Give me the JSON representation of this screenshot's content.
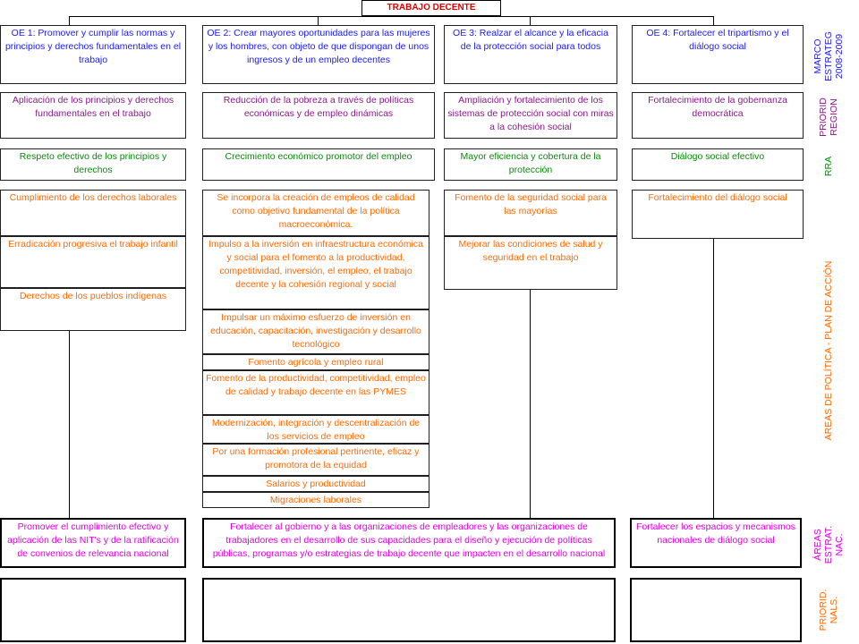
{
  "title": "TRABAJO DECENTE",
  "rows": {
    "marco": "MARCO ESTRATEG 2008-2009",
    "priorid_region": "PRIORID REGION",
    "rra": "RRA",
    "areas": "AREAS DE POLÍTICA - PLAN DE ACCIÓN",
    "areas_estrat": "ÁREAS ESTRAT. NAC.",
    "priorid_nals": "PRIORID. NALS."
  },
  "objectives": [
    "OE 1:  Promover y cumplir las normas y principios y derechos fundamentales en el trabajo",
    "OE 2: Crear mayores oportunidades para las mujeres y los hombres, con objeto de que dispongan de unos ingresos y de un empleo decentes",
    "OE 3: Realzar el alcance y la eficacia de la protección social para todos",
    "OE 4: Fortalecer el tripartismo y el diálogo social"
  ],
  "regional": [
    "Aplicación de los principios y derechos fundamentales en el trabajo",
    "Reducción de la pobreza a través de políticas económicas y de empleo dinámicas",
    "Ampliación y fortalecimiento de los sistemas de protección social con miras a la cohesión social",
    "Fortalecimiento de la gobernanza democrática"
  ],
  "rra": [
    "Respeto efectivo de los principios y derechos",
    "Crecimiento económico promotor del empleo",
    "Mayor eficiencia y cobertura de la protección",
    "Diálogo social efectivo"
  ],
  "policy_col1": [
    "Cumplimiento de los derechos laborales",
    "Erradicación progresiva el trabajo infantil",
    "Derechos de los pueblos indígenas"
  ],
  "policy_col2": [
    "Se incorpora la creación de empleos de calidad como objetivo fundamental de la política macroeconómica.",
    "Impulso a la inversión en infraestructura económica y social para el fomento a la productividad, competitividad, inversión, el empleo, el trabajo decente  y la cohesión regional y social",
    "Impulsar un máximo esfuerzo de inversión en educación, capacitación, investigación y desarrollo tecnológico",
    "Fomento agrícola y empleo rural",
    "Fomento de la productividad, competitividad, empleo de calidad y trabajo decente en las PYMES",
    "Modernización, integración y descentralización de los servicios de empleo",
    "Por una formación profesional pertinente, eficaz y promotora de la equidad",
    "Salarios y productividad",
    "Migraciones laborales"
  ],
  "policy_col3": [
    "Fomento de la seguridad social para las mayorías",
    "Mejorar las condiciones de salud y seguridad en el trabajo"
  ],
  "policy_col4": [
    "Fortalecimiento del diálogo social"
  ],
  "national": [
    "Promover el cumplimiento efectivo y aplicación de las NIT's y de la ratificación de convenios de relevancia nacional",
    "Fortalecer al gobierno y a las organizaciones de empleadores y las organizaciones de trabajadores en el desarrollo de sus capacidades para el diseño y ejecución de políticas públicas, programas y/o estrategias de trabajo decente que impacten en el desarrollo nacional",
    "Fortalecer los espacios y mecanismos nacionales de diálogo social"
  ],
  "colors": {
    "objectives": "#1a1aff",
    "regional": "#8a1a8a",
    "rra": "#0a8a0a",
    "policy": "#ff6a00",
    "national": "#e000e0",
    "title": "#e00000"
  }
}
